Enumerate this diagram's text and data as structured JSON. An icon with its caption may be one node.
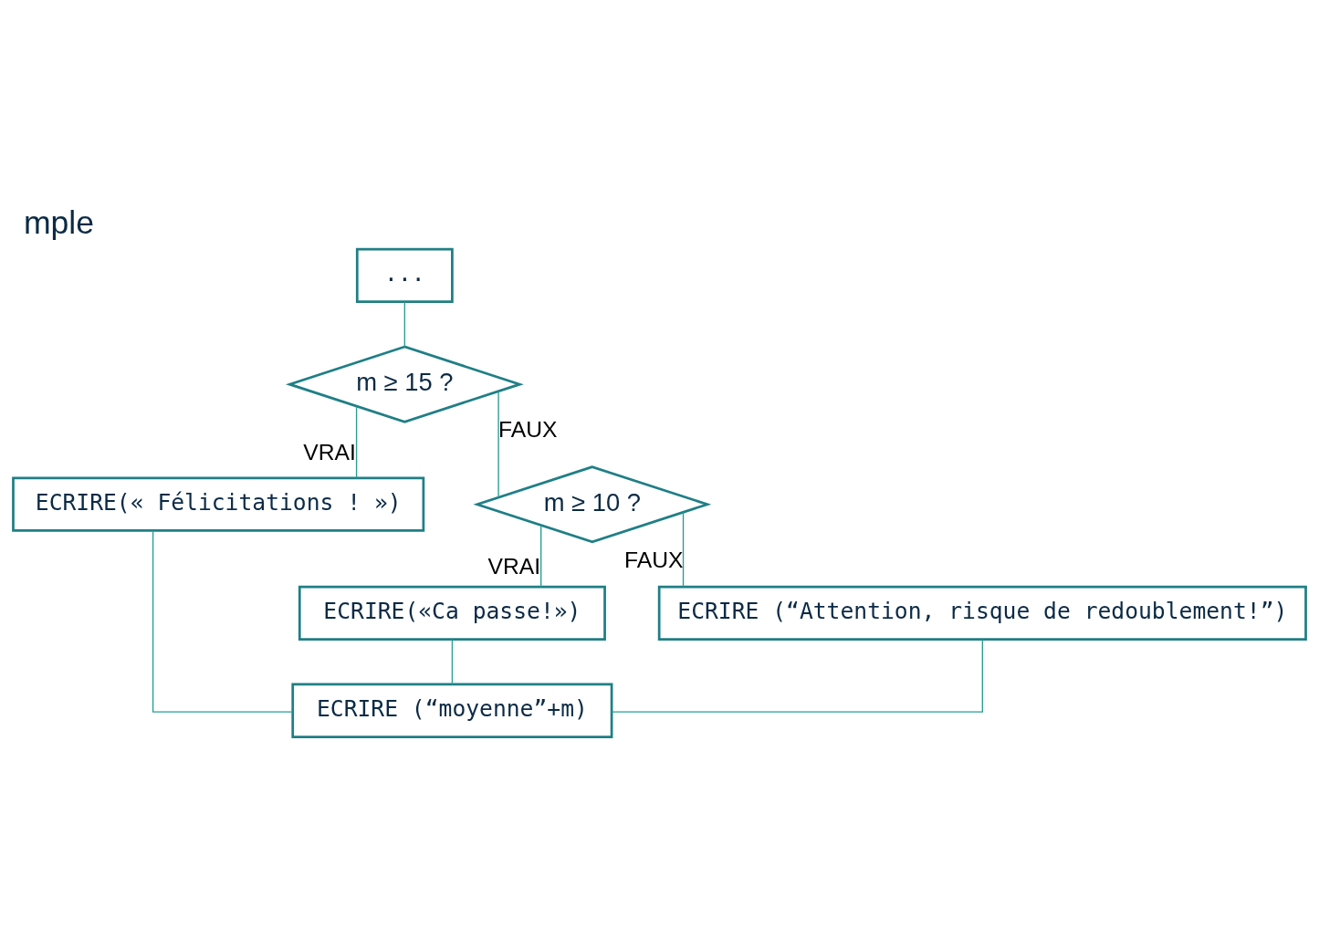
{
  "diagram": {
    "title": "mple",
    "nodes": [
      {
        "text": [
          "..."
        ]
      },
      {
        "text": [
          "m ≥ 15 ?"
        ]
      },
      {
        "text": [
          "ECRIRE(« Félicitations ! »)"
        ]
      },
      {
        "text": [
          "m ≥ 10 ?"
        ]
      },
      {
        "text": [
          "ECRIRE(«Ca passe!»)"
        ]
      },
      {
        "text": [
          "ECRIRE (“Attention, risque de redoublement!”)"
        ]
      },
      {
        "text": [
          "ECRIRE (“moyenne”+m)"
        ]
      }
    ],
    "edges": [
      {
        "from": 0,
        "to": 1,
        "arrow": "none"
      },
      {
        "from": 1,
        "to": 2,
        "arrow": "none",
        "label": "VRAI"
      },
      {
        "from": 1,
        "to": 3,
        "arrow": "none",
        "label": "FAUX"
      },
      {
        "from": 3,
        "to": 4,
        "arrow": "none",
        "label": "VRAI"
      },
      {
        "from": 3,
        "to": 5,
        "arrow": "none",
        "label": "FAUX"
      },
      {
        "from": 2,
        "to": 6,
        "arrow": "none"
      },
      {
        "from": 4,
        "to": 6,
        "arrow": "none"
      },
      {
        "from": 5,
        "to": 6,
        "arrow": "none"
      }
    ]
  }
}
